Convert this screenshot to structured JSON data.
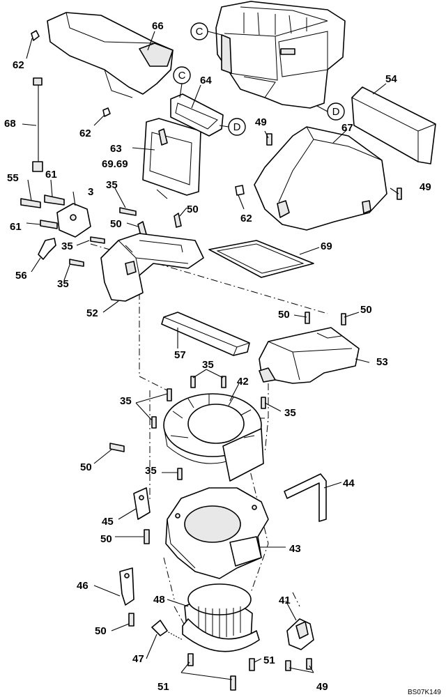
{
  "figure_code": "BS07K149",
  "callouts": {
    "c_upper": "C",
    "c_lower": "C",
    "d_upper": "D",
    "d_lower": "D"
  },
  "labels": {
    "p66": "66",
    "p62a": "62",
    "p64": "64",
    "p54": "54",
    "p68": "68",
    "p62b": "62",
    "p49a": "49",
    "p67": "67",
    "p63": "63",
    "p6969": "69.69",
    "p55": "55",
    "p61a": "61",
    "p3": "3",
    "p35a": "35",
    "p50a": "50",
    "p49b": "49",
    "p62c": "62",
    "p61b": "61",
    "p50b": "50",
    "p35b": "35",
    "p69": "69",
    "p56": "56",
    "p35c": "35",
    "p52": "52",
    "p50c": "50",
    "p50d": "50",
    "p57": "57",
    "p53": "53",
    "p35d": "35",
    "p42": "42",
    "p35e": "35",
    "p35f": "35",
    "p50e": "50",
    "p35g": "35",
    "p44": "44",
    "p45": "45",
    "p50f": "50",
    "p43": "43",
    "p46": "46",
    "p48": "48",
    "p41": "41",
    "p50g": "50",
    "p47": "47",
    "p51a": "51",
    "p51b": "51",
    "p49c": "49"
  }
}
